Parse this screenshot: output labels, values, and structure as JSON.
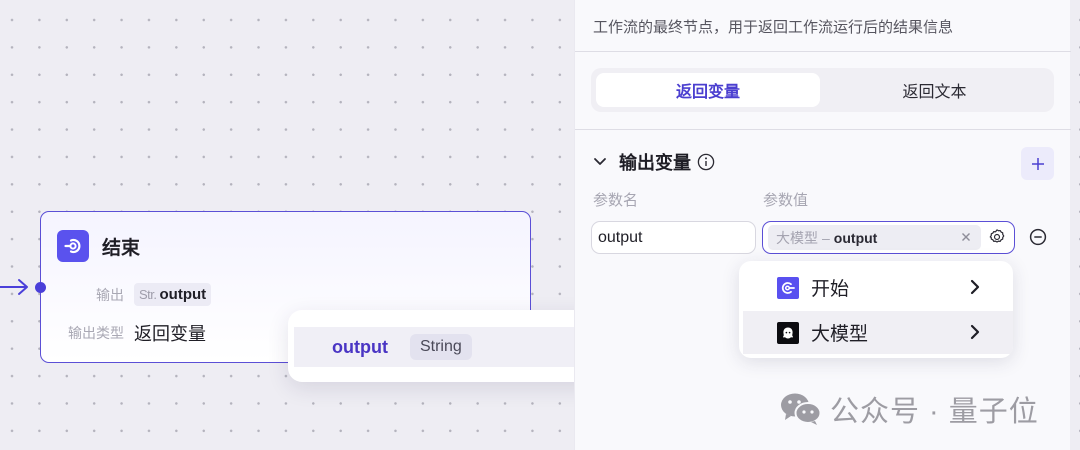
{
  "canvas": {
    "node": {
      "title": "结束",
      "icon": "end-node-icon",
      "accent_color": "#5a52ee",
      "rows": [
        {
          "label": "输出",
          "tag_type": "Str.",
          "tag_name": "output"
        },
        {
          "label": "输出类型",
          "value": "返回变量"
        }
      ]
    },
    "output_popover": {
      "name": "output",
      "type": "String"
    }
  },
  "panel": {
    "description": "工作流的最终节点，用于返回工作流运行后的结果信息",
    "tabs": [
      {
        "label": "返回变量",
        "active": true
      },
      {
        "label": "返回文本",
        "active": false
      }
    ],
    "section": {
      "title": "输出变量",
      "add_label": "+",
      "columns": {
        "name": "参数名",
        "value": "参数值"
      },
      "rows": [
        {
          "name": "output",
          "value_source": "大模型",
          "value_separator": "–",
          "value_var": "output"
        }
      ]
    },
    "source_menu": {
      "items": [
        {
          "label": "开始",
          "icon": "start-node-icon"
        },
        {
          "label": "大模型",
          "icon": "llm-node-icon",
          "highlighted": true
        }
      ]
    }
  },
  "watermark": {
    "text": "公众号 · 量子位",
    "icon": "wechat-icon"
  },
  "colors": {
    "accent": "#5b4fd6",
    "accent_text": "#4b3fd0",
    "canvas_bg": "#eeedf3",
    "panel_bg": "#f9f9fc"
  }
}
